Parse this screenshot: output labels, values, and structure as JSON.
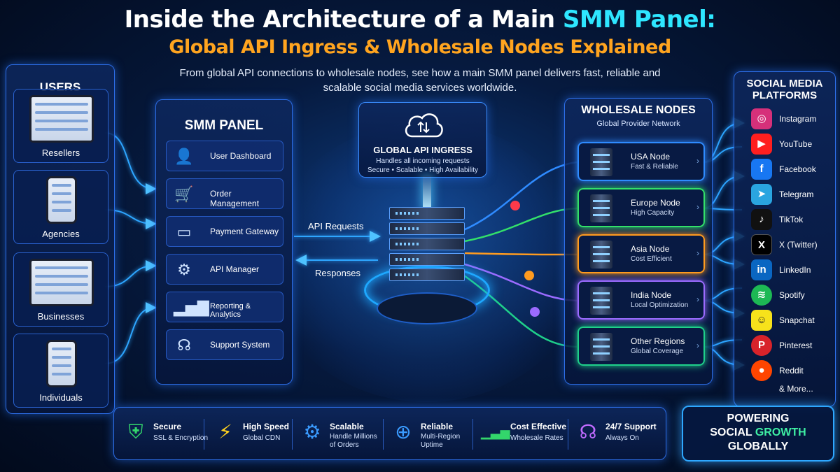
{
  "header": {
    "title_part1": "Inside the Architecture of a Main ",
    "title_highlight": "SMM Panel:",
    "subtitle": "Global API Ingress & Wholesale Nodes Explained",
    "description": "From global API connections to wholesale nodes, see how a main SMM panel delivers fast, reliable and scalable social media services worldwide."
  },
  "users": {
    "title": "USERS",
    "items": [
      {
        "label": "Resellers",
        "device": "laptop-icon"
      },
      {
        "label": "Agencies",
        "device": "tablet-icon"
      },
      {
        "label": "Businesses",
        "device": "laptop-icon"
      },
      {
        "label": "Individuals",
        "device": "phone-icon"
      }
    ]
  },
  "smm_panel": {
    "title": "SMM PANEL",
    "items": [
      {
        "label": "User Dashboard",
        "icon": "user-icon"
      },
      {
        "label": "Order Management",
        "icon": "cart-icon"
      },
      {
        "label": "Payment Gateway",
        "icon": "card-icon"
      },
      {
        "label": "API Manager",
        "icon": "gear-icon"
      },
      {
        "label": "Reporting & Analytics",
        "icon": "chart-icon"
      },
      {
        "label": "Support System",
        "icon": "headset-icon"
      }
    ]
  },
  "ingress": {
    "title": "GLOBAL API INGRESS",
    "line1": "Handles all incoming requests",
    "line2": "Secure • Scalable • High Availability",
    "icon": "cloud-icon"
  },
  "flow": {
    "requests": "API Requests",
    "responses": "Responses"
  },
  "wholesale": {
    "title": "WHOLESALE NODES",
    "subtitle": "Global Provider Network",
    "nodes": [
      {
        "name": "USA Node",
        "desc": "Fast & Reliable",
        "color": "#2f8bff"
      },
      {
        "name": "Europe Node",
        "desc": "High Capacity",
        "color": "#33e06a"
      },
      {
        "name": "Asia Node",
        "desc": "Cost Efficient",
        "color": "#ff9b1f"
      },
      {
        "name": "India Node",
        "desc": "Local Optimization",
        "color": "#9b6bff"
      },
      {
        "name": "Other Regions",
        "desc": "Global Coverage",
        "color": "#1fd08a"
      }
    ]
  },
  "social": {
    "title_line1": "SOCIAL MEDIA",
    "title_line2": "PLATFORMS",
    "items": [
      {
        "label": "Instagram",
        "glyph": "◎",
        "color": "#d6307a"
      },
      {
        "label": "YouTube",
        "glyph": "▶",
        "color": "#ff1f1f"
      },
      {
        "label": "Facebook",
        "glyph": "f",
        "color": "#1877f2"
      },
      {
        "label": "Telegram",
        "glyph": "➤",
        "color": "#2aa5e0"
      },
      {
        "label": "TikTok",
        "glyph": "♪",
        "color": "#111111"
      },
      {
        "label": "X (Twitter)",
        "glyph": "X",
        "color": "#000000"
      },
      {
        "label": "LinkedIn",
        "glyph": "in",
        "color": "#0a66c2"
      },
      {
        "label": "Spotify",
        "glyph": "≋",
        "color": "#1db954"
      },
      {
        "label": "Snapchat",
        "glyph": "☺",
        "color": "#f7e21b"
      },
      {
        "label": "Pinterest",
        "glyph": "P",
        "color": "#d8232a"
      },
      {
        "label": "Reddit",
        "glyph": "●",
        "color": "#ff4500"
      }
    ],
    "more": "& More..."
  },
  "features": [
    {
      "title": "Secure",
      "lines": [
        "SSL & Encryption"
      ],
      "glyph": "⛨",
      "color": "#33d66b"
    },
    {
      "title": "High Speed",
      "lines": [
        "Global CDN"
      ],
      "glyph": "⚡",
      "color": "#ffd21f"
    },
    {
      "title": "Scalable",
      "lines": [
        "Handle Millions",
        "of Orders"
      ],
      "glyph": "⚙",
      "color": "#3a9bff"
    },
    {
      "title": "Reliable",
      "lines": [
        "Multi-Region",
        "Uptime"
      ],
      "glyph": "⊕",
      "color": "#3a9bff"
    },
    {
      "title": "Cost Effective",
      "lines": [
        "Wholesale Rates"
      ],
      "glyph": "▁▃▅",
      "color": "#33d66b"
    },
    {
      "title": "24/7 Support",
      "lines": [
        "Always On"
      ],
      "glyph": "☊",
      "color": "#c06bff"
    }
  ],
  "power": {
    "line1": "POWERING",
    "line2_a": "SOCIAL ",
    "line2_b": "GROWTH",
    "line3": "GLOBALLY"
  }
}
